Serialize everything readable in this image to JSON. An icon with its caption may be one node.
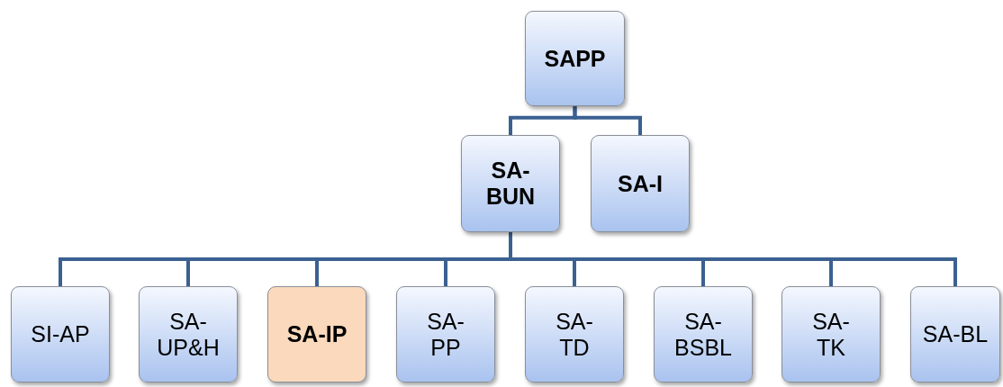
{
  "diagram": {
    "nodes": [
      {
        "text": [
          "SAPP"
        ]
      },
      {
        "text": [
          "SA-BUN"
        ]
      },
      {
        "text": [
          "SA-I"
        ]
      },
      {
        "text": [
          "SI-AP"
        ]
      },
      {
        "text": [
          "SA-UP&H"
        ]
      },
      {
        "text": [
          "SA-IP"
        ]
      },
      {
        "text": [
          "SA-PP"
        ]
      },
      {
        "text": [
          "SA-TD"
        ]
      },
      {
        "text": [
          "SA-BSBL"
        ]
      },
      {
        "text": [
          "SA-TK"
        ]
      },
      {
        "text": [
          "SA-BL"
        ]
      }
    ],
    "edges": [
      {
        "from": 0,
        "to": 1,
        "arrow": "none"
      },
      {
        "from": 0,
        "to": 2,
        "arrow": "none"
      },
      {
        "from": 1,
        "to": 3,
        "arrow": "none"
      },
      {
        "from": 1,
        "to": 4,
        "arrow": "none"
      },
      {
        "from": 1,
        "to": 5,
        "arrow": "none"
      },
      {
        "from": 1,
        "to": 6,
        "arrow": "none"
      },
      {
        "from": 1,
        "to": 7,
        "arrow": "none"
      },
      {
        "from": 1,
        "to": 8,
        "arrow": "none"
      },
      {
        "from": 1,
        "to": 9,
        "arrow": "none"
      },
      {
        "from": 1,
        "to": 10,
        "arrow": "none"
      }
    ]
  }
}
